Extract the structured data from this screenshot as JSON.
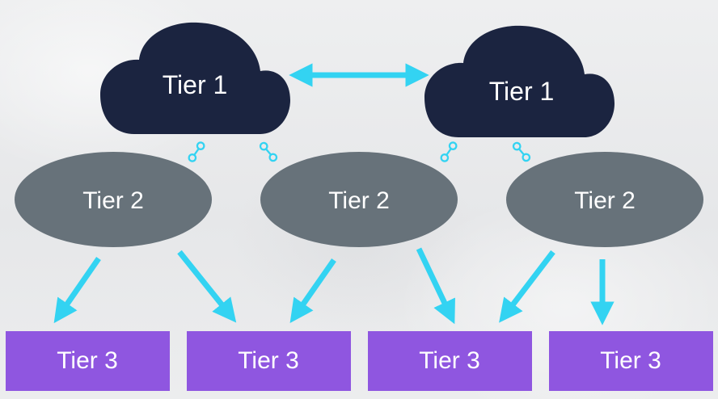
{
  "tier1": [
    {
      "label": "Tier 1"
    },
    {
      "label": "Tier 1"
    }
  ],
  "tier2": [
    {
      "label": "Tier 2"
    },
    {
      "label": "Tier 2"
    },
    {
      "label": "Tier 2"
    }
  ],
  "tier3": [
    {
      "label": "Tier 3"
    },
    {
      "label": "Tier 3"
    },
    {
      "label": "Tier 3"
    },
    {
      "label": "Tier 3"
    }
  ],
  "colors": {
    "cloud": "#1b2440",
    "ellipse": "#67727a",
    "box": "#8f56e0",
    "arrow": "#33d3f2",
    "link_icon": "#33d3f2",
    "text": "#ffffff"
  },
  "icons": {
    "connector": "link-icon"
  }
}
